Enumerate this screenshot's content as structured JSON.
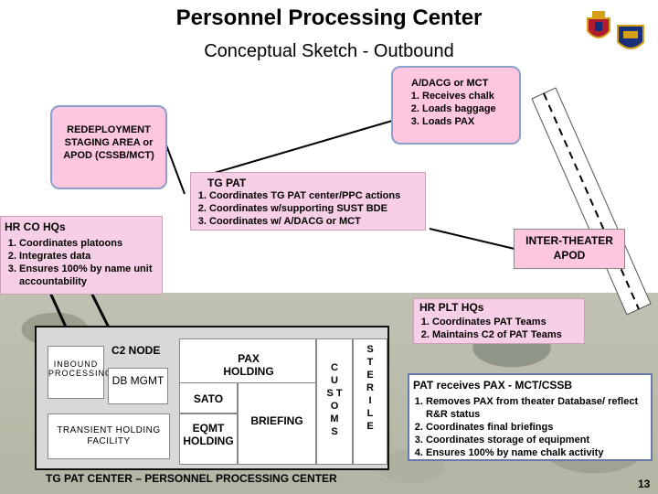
{
  "title": "Personnel Processing Center",
  "subtitle": "Conceptual Sketch - Outbound",
  "dacg": {
    "title": "A/DACG or MCT",
    "items": [
      "Receives chalk",
      "Loads baggage",
      "Loads PAX"
    ]
  },
  "redeployment": "REDEPLOYMENT STAGING AREA or APOD (CSSB/MCT)",
  "tgpat": {
    "title": "TG PAT",
    "items": [
      "Coordinates TG PAT center/PPC actions",
      "Coordinates w/supporting SUST BDE",
      "Coordinates w/ A/DACG or MCT"
    ]
  },
  "hrco": {
    "title": "HR CO HQs",
    "items": [
      "Coordinates platoons",
      "Integrates data",
      "Ensures 100% by name unit accountability"
    ]
  },
  "apod": "INTER-THEATER APOD",
  "hrplt": {
    "title": "HR PLT HQs",
    "items": [
      "Coordinates PAT Teams",
      "Maintains C2 of PAT Teams"
    ]
  },
  "center": {
    "inbound": "INBOUND PROCESSING",
    "c2node": "C2 NODE",
    "dbmgmt": "DB MGMT",
    "transient": "TRANSIENT HOLDING FACILITY",
    "paxholding": "PAX HOLDING",
    "sato": "SATO",
    "eqmt": "EQMT HOLDING",
    "briefing": "BRIEFING",
    "customs": "C U S T O M S",
    "sterile": "S T E R I L E",
    "label": "TG PAT CENTER – PERSONNEL PROCESSING CENTER"
  },
  "patreceives": {
    "title": "PAT receives PAX - MCT/CSSB",
    "items": [
      "Removes PAX from theater Database/ reflect R&R status",
      "Coordinates final briefings",
      "Coordinates storage of equipment",
      "Ensures 100% by name chalk activity"
    ]
  },
  "page_number": "13"
}
